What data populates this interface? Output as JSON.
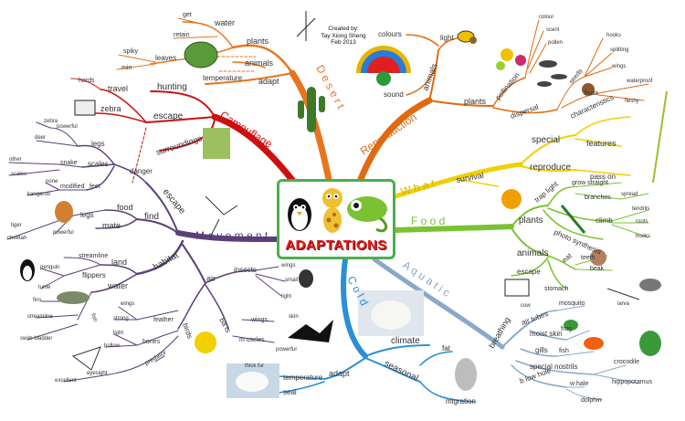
{
  "title": "ADAPTATIONS",
  "credit": {
    "line1": "Created by:",
    "line2": "Tay Xiong Sheng",
    "line3": "Feb 2013"
  },
  "branches": {
    "desert": {
      "title": "D e s e r t",
      "color": "#e8741e",
      "plants": "plants",
      "animals": "animals",
      "water": "water",
      "get": "get",
      "retain": "retain",
      "leaves": "leaves",
      "spiky": "spiky",
      "min": "min",
      "temperature": "temperature",
      "adapt": "adapt"
    },
    "camouflage": {
      "title": "Camouflage",
      "color": "#cc1010",
      "hunting": "hunting",
      "escape": "escape",
      "surroundings": "surroundings",
      "travel": "travel",
      "herds": "herds",
      "zebra": "zebra",
      "zebra_small": "zebra"
    },
    "movement": {
      "title": "M o v e m e n t",
      "color": "#5b3f7a",
      "escape": "escape",
      "danger": "danger",
      "legs": "legs",
      "powerful": "powerful",
      "deer": "deer",
      "zebra": "zebra",
      "snake": "snake",
      "scales": "scales",
      "other": "other",
      "scales2": "scales",
      "none": "none",
      "modified": "modified",
      "kangaroo": "kangaroo",
      "feet": "feet",
      "find": "find",
      "food": "food",
      "mate": "mate",
      "legs2": "legs",
      "tiger": "tiger",
      "cheetah": "cheetah",
      "powerful2": "powerful",
      "habitat": "habitat",
      "land": "land",
      "streamline": "streamline",
      "flippers": "flippers",
      "penguin": "penguin",
      "turtle": "turtle",
      "water": "water",
      "fins": "fins",
      "streamline2": "streamline",
      "swim_bladder": "swim bladder",
      "fish": "fish",
      "air": "air",
      "birds": "birds",
      "wings": "wings",
      "strong": "strong",
      "feather": "feather",
      "light": "light",
      "bones": "bones",
      "hollow": "hollow",
      "predator": "predator",
      "eyesight": "eyesight",
      "excellent": "excellent",
      "insects": "insects",
      "wings2": "wings",
      "small": "small",
      "light2": "light",
      "bats": "ba ts",
      "wings3": "wings",
      "skin": "skin",
      "muscles": "m uscles",
      "powerful3": "powerful"
    },
    "cold": {
      "title": "C o l d",
      "color": "#2a8fd6",
      "climate": "climate",
      "fat": "fat",
      "seasonal": "seasonal",
      "migration": "migration",
      "adapt": "adapt",
      "temperature": "temperature",
      "seal": "seal",
      "thick_fur": "thick fur"
    },
    "aquatic": {
      "title": "A q u a t i c",
      "color": "#8aa8cc",
      "breathing": "breathing",
      "air_tubes": "air tubes",
      "mosquito": "mosquito",
      "moist_skin": "moist skin",
      "frog": "frog",
      "gills": "gills",
      "fish": "fish",
      "special_nostrils": "special nostrils",
      "crocodile": "crocodile",
      "hippopotamus": "hippopotamus",
      "blowhole": "b low hole",
      "whale": "w hale",
      "dolphin": "dolphin"
    },
    "food": {
      "title": "F o o d",
      "color": "#7ac231",
      "plants": "plants",
      "trap_light": "trap light",
      "grow_straight": "grow straight",
      "branches": "branches",
      "spread": "spread",
      "climb": "climb",
      "tendrils": "tendrils",
      "roots": "roots",
      "hooks": "hooks",
      "photosynthesis": "photo synthesis",
      "animals": "animals",
      "eat": "eat",
      "teeth": "teeth",
      "beak": "beak",
      "escape": "escape",
      "stomach": "stomach",
      "cow": "cow",
      "larva": "larva"
    },
    "what": {
      "title": "W h a t",
      "color": "#f0d000",
      "survival": "survival",
      "special": "special",
      "characteristics": "characteristics",
      "features": "features",
      "reproduce": "reproduce",
      "pass_on": "pass on"
    },
    "reproduction": {
      "title": "Reproduction",
      "color": "#e06a10",
      "animals": "animals",
      "light": "light",
      "colours": "colours",
      "sound": "sound",
      "plants": "plants",
      "pollination": "pollination",
      "colour": "colour",
      "scent": "scent",
      "pollen": "pollen",
      "dispersal": "dispersal",
      "seeds": "seeds",
      "hooks": "hooks",
      "splitting": "splitting",
      "wings": "wings",
      "fruits": "fruits",
      "waterproof": "waterproof",
      "fleshy": "fleshy"
    }
  }
}
